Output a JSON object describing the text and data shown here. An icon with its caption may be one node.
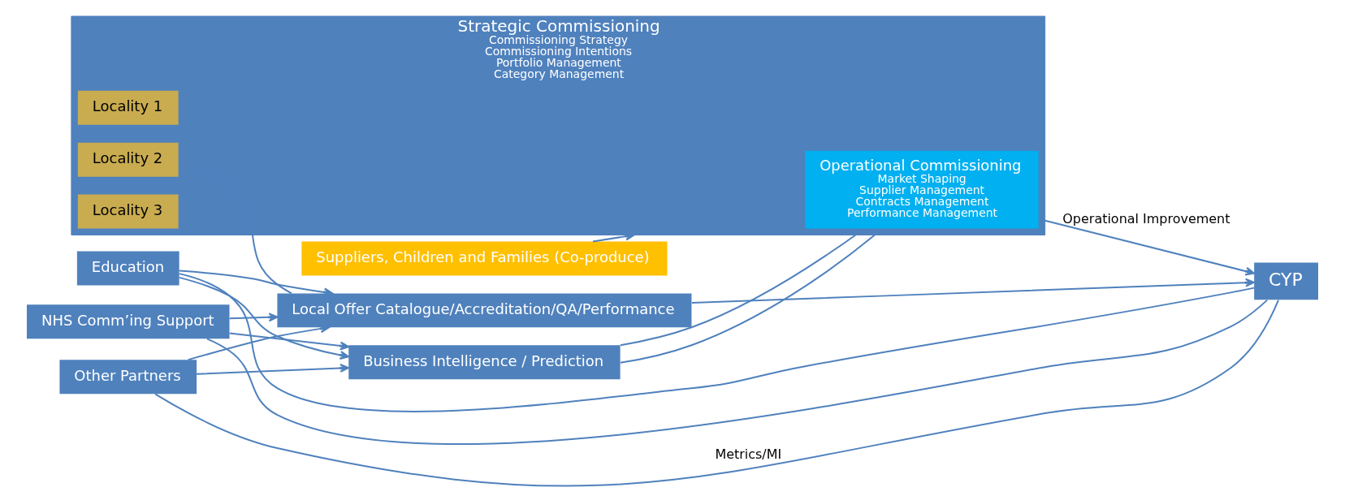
{
  "diagram": {
    "nodes": [
      {
        "text": [
          "Strategic Commissioning",
          "Commissioning Strategy",
          "Commissioning Intentions",
          "Portfolio Management",
          "Category Management"
        ]
      },
      {
        "text": [
          "Operational Commissioning",
          "Market Shaping",
          "Supplier Management",
          "Contracts Management",
          "Performance Management"
        ],
        "in": 0
      },
      {
        "text": [
          "Locality 1"
        ],
        "in": 0
      },
      {
        "text": [
          "Locality 2"
        ],
        "in": 0
      },
      {
        "text": [
          "Locality 3"
        ],
        "in": 0
      },
      {
        "text": [
          "Education"
        ]
      },
      {
        "text": [
          "NHS Comm’ing Support"
        ]
      },
      {
        "text": [
          "Other Partners"
        ]
      },
      {
        "text": [
          "Business Intelligence / Prediction"
        ]
      },
      {
        "text": [
          "Local Offer Catalogue/Accreditation/QA/Performance"
        ]
      },
      {
        "text": [
          "Suppliers, Children and Families (Co-produce)"
        ]
      },
      {
        "text": [
          "CYP"
        ]
      }
    ],
    "edges": [
      {
        "from": 5,
        "to": 8,
        "arrow": "to"
      },
      {
        "from": 6,
        "to": 8,
        "arrow": "to"
      },
      {
        "from": 7,
        "to": 8,
        "arrow": "to"
      },
      {
        "from": 5,
        "to": 9,
        "arrow": "to"
      },
      {
        "from": 6,
        "to": 9,
        "arrow": "to"
      },
      {
        "from": 7,
        "to": 9,
        "arrow": "to"
      },
      {
        "from": 8,
        "to": 0,
        "arrow": "none"
      },
      {
        "from": 8,
        "to": 1,
        "arrow": "none"
      },
      {
        "from": 10,
        "to": 0,
        "arrow": "to"
      },
      {
        "from": 3,
        "to": 9,
        "arrow": "none"
      },
      {
        "from": 9,
        "to": 11,
        "arrow": "to"
      },
      {
        "from": 1,
        "to": 11,
        "label": "Operational Improvement",
        "arrow": "to"
      },
      {
        "from": 11,
        "to": 5,
        "arrow": "none"
      },
      {
        "from": 11,
        "to": 6,
        "arrow": "none"
      },
      {
        "from": 11,
        "to": 7,
        "label": "Metrics/MI",
        "arrow": "none"
      }
    ]
  }
}
